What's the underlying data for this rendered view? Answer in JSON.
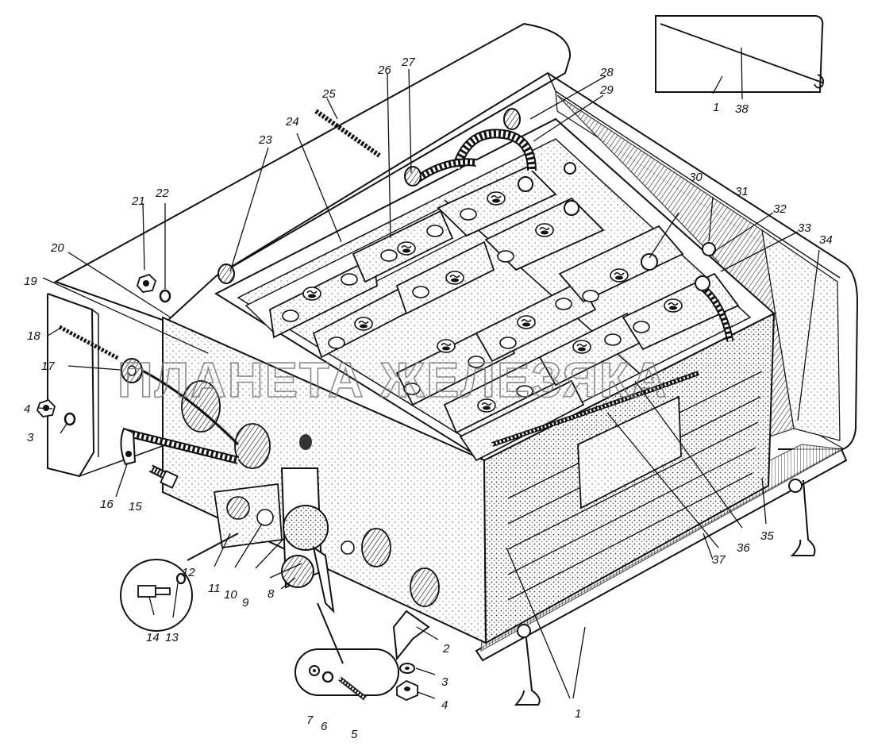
{
  "watermark": "ПЛАНЕТА ЖЕЛЕЗЯКА",
  "callouts": [
    {
      "id": "c1a",
      "text": "1"
    },
    {
      "id": "c1b",
      "text": "1"
    },
    {
      "id": "c2",
      "text": "2"
    },
    {
      "id": "c3a",
      "text": "3"
    },
    {
      "id": "c3b",
      "text": "3"
    },
    {
      "id": "c4a",
      "text": "4"
    },
    {
      "id": "c4b",
      "text": "4"
    },
    {
      "id": "c5",
      "text": "5"
    },
    {
      "id": "c6",
      "text": "6"
    },
    {
      "id": "c7",
      "text": "7"
    },
    {
      "id": "c8",
      "text": "8"
    },
    {
      "id": "c9",
      "text": "9"
    },
    {
      "id": "c10",
      "text": "10"
    },
    {
      "id": "c11",
      "text": "11"
    },
    {
      "id": "c12",
      "text": "12"
    },
    {
      "id": "c13",
      "text": "13"
    },
    {
      "id": "c14",
      "text": "14"
    },
    {
      "id": "c15",
      "text": "15"
    },
    {
      "id": "c16",
      "text": "16"
    },
    {
      "id": "c17",
      "text": "17"
    },
    {
      "id": "c18",
      "text": "18"
    },
    {
      "id": "c19",
      "text": "19"
    },
    {
      "id": "c20",
      "text": "20"
    },
    {
      "id": "c21",
      "text": "21"
    },
    {
      "id": "c22",
      "text": "22"
    },
    {
      "id": "c23",
      "text": "23"
    },
    {
      "id": "c24",
      "text": "24"
    },
    {
      "id": "c25",
      "text": "25"
    },
    {
      "id": "c26",
      "text": "26"
    },
    {
      "id": "c27",
      "text": "27"
    },
    {
      "id": "c28",
      "text": "28"
    },
    {
      "id": "c29",
      "text": "29"
    },
    {
      "id": "c30",
      "text": "30"
    },
    {
      "id": "c31",
      "text": "31"
    },
    {
      "id": "c32",
      "text": "32"
    },
    {
      "id": "c33",
      "text": "33"
    },
    {
      "id": "c34",
      "text": "34"
    },
    {
      "id": "c35",
      "text": "35"
    },
    {
      "id": "c36",
      "text": "36"
    },
    {
      "id": "c37",
      "text": "37"
    },
    {
      "id": "c38",
      "text": "38"
    }
  ]
}
